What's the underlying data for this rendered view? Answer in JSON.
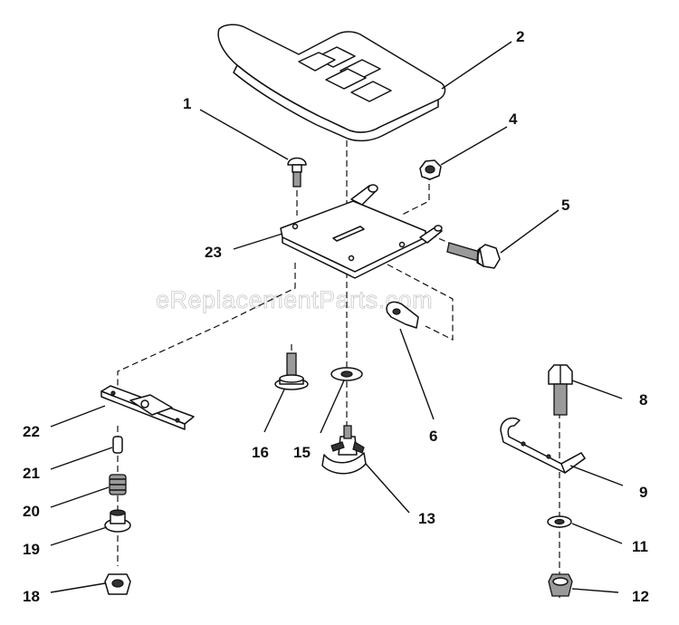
{
  "watermark": "eReplacementParts.com",
  "callouts": {
    "c1": "1",
    "c2": "2",
    "c4": "4",
    "c5": "5",
    "c6": "6",
    "c8": "8",
    "c9": "9",
    "c11": "11",
    "c12": "12",
    "c13": "13",
    "c15": "15",
    "c16": "16",
    "c18": "18",
    "c19": "19",
    "c20": "20",
    "c21": "21",
    "c22": "22",
    "c23": "23"
  }
}
